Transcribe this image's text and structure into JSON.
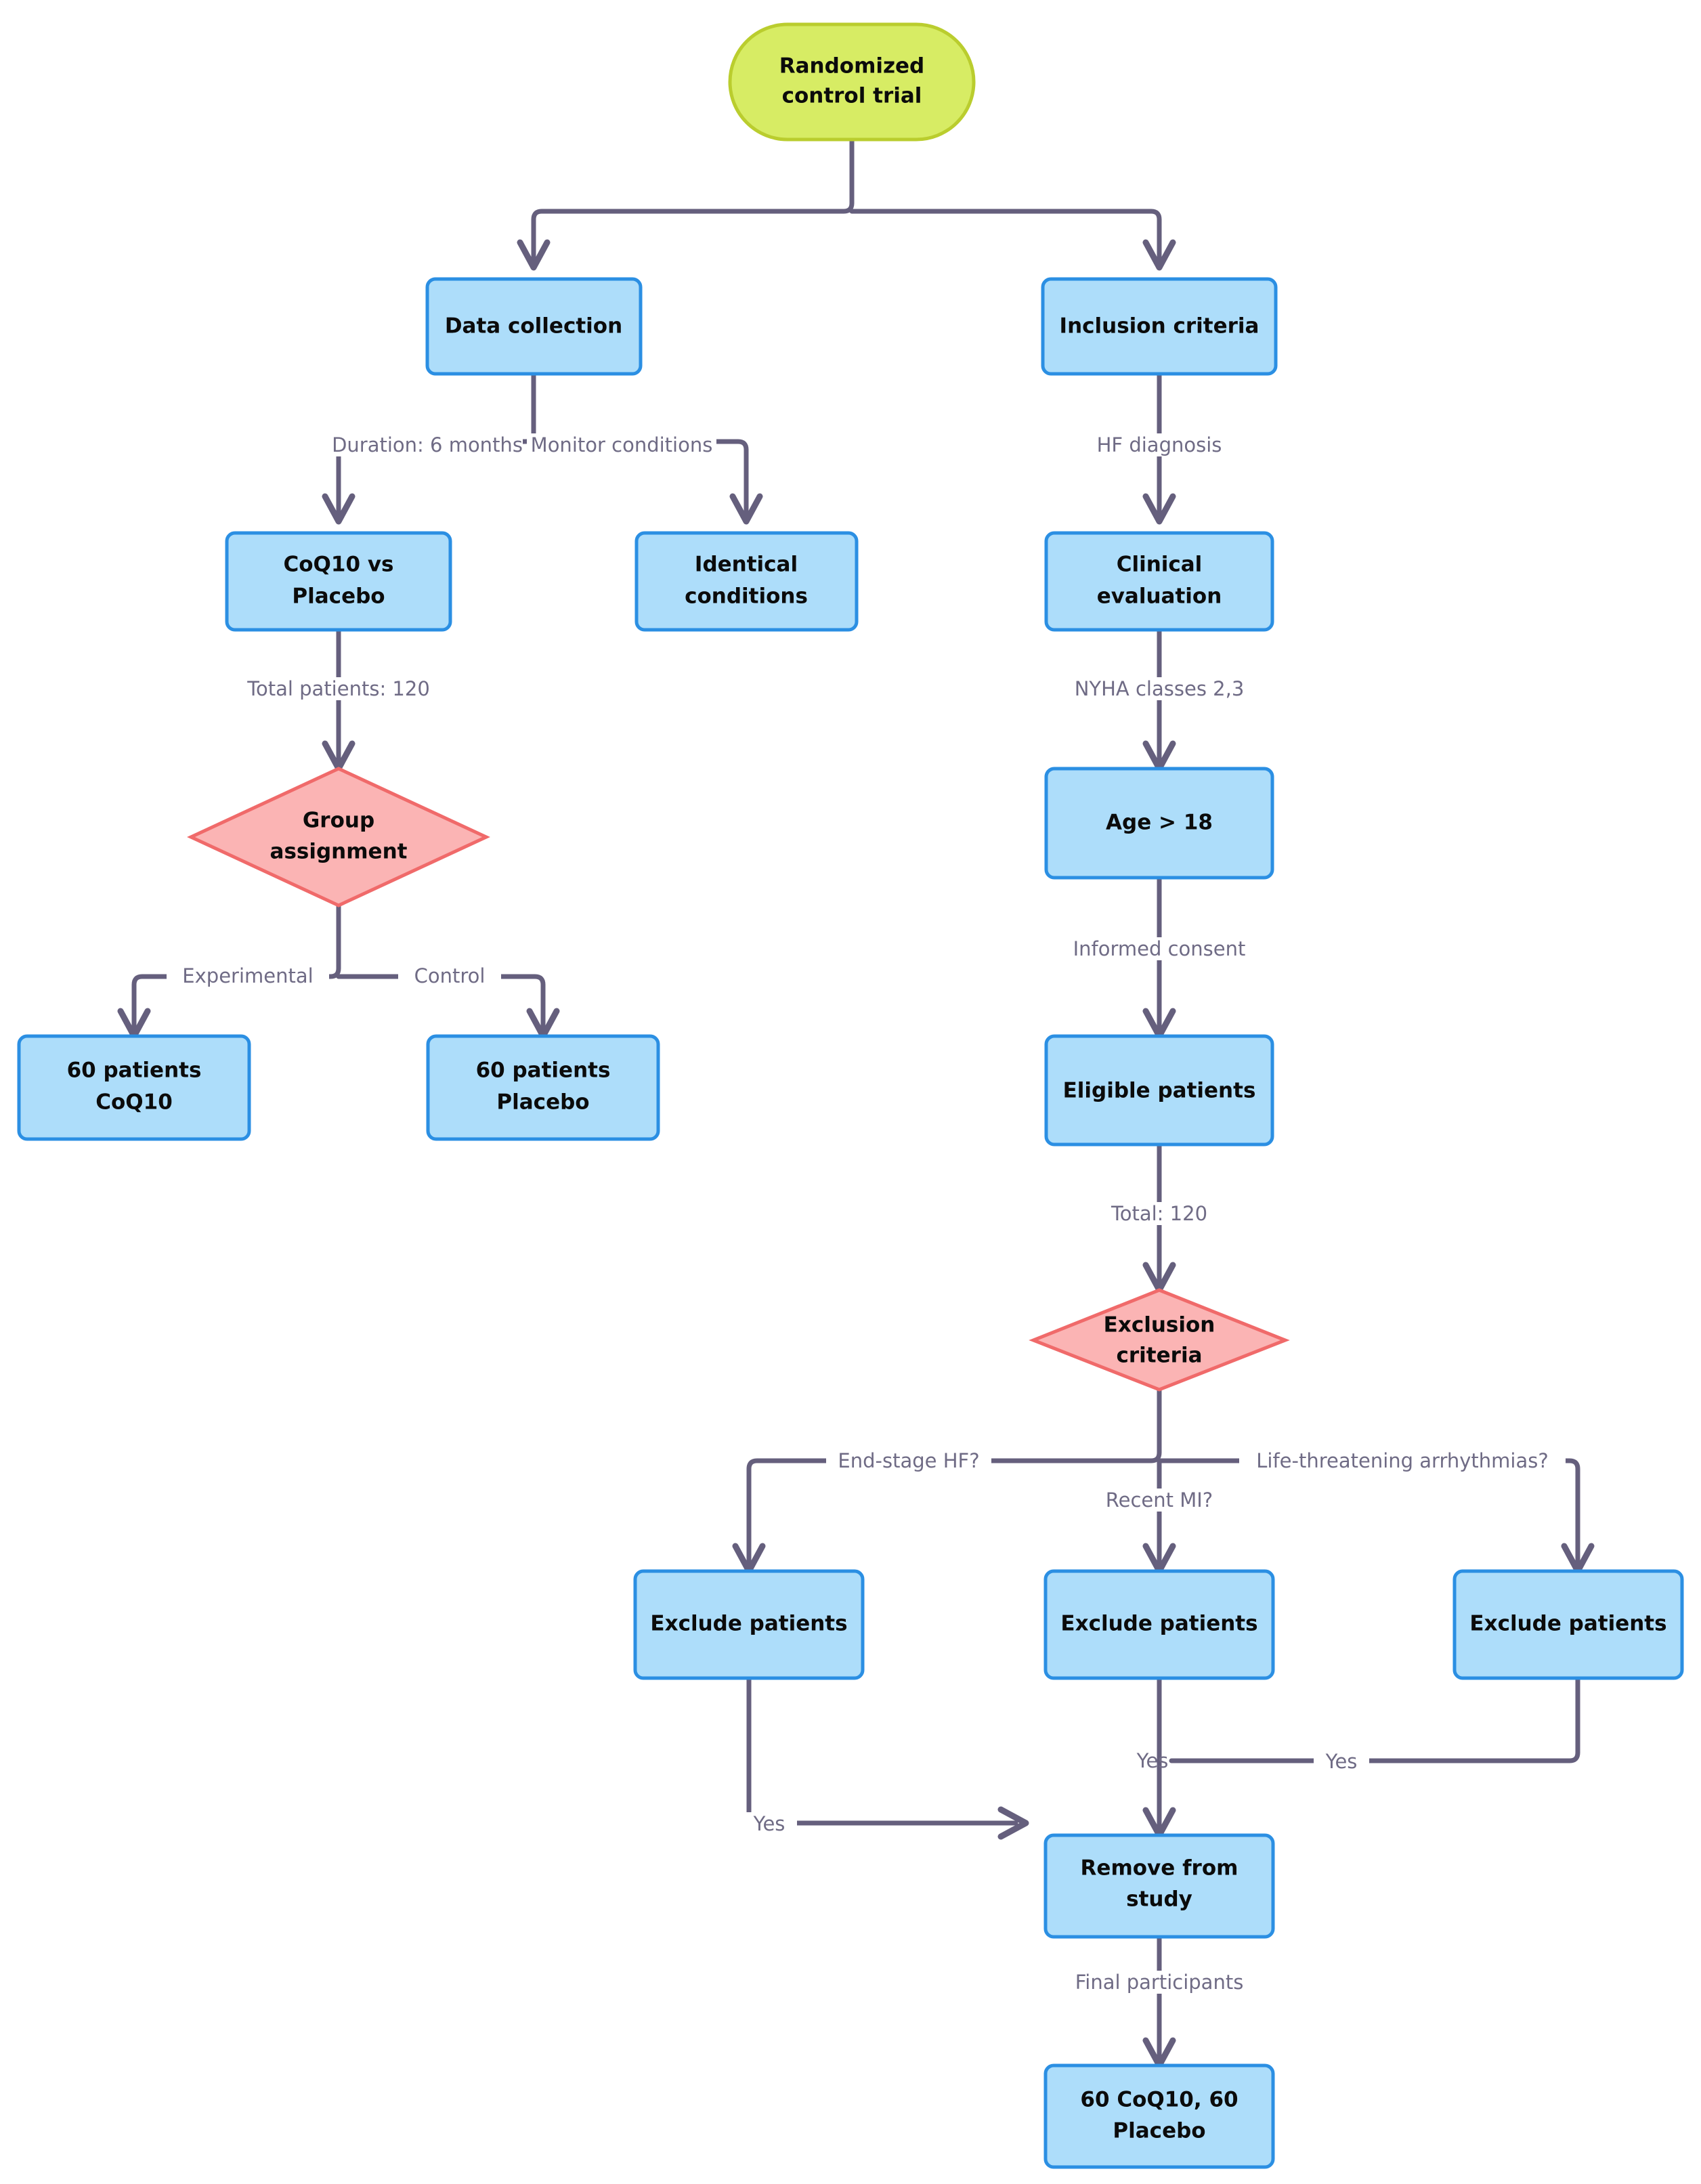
{
  "diagram": {
    "title": "Randomized control trial flowchart",
    "orientation": "top-down",
    "background": "#ffffff",
    "colors": {
      "start_fill": "#D7EC64",
      "start_stroke": "#BACD2E",
      "process_fill": "#ADDDFA",
      "process_stroke": "#2B8FE3",
      "decision_fill": "#FBB4B4",
      "decision_stroke": "#F06A6A",
      "edge": "#655F7D",
      "edge_label_text": "#6F6B85",
      "node_text": "#0B0B0B"
    }
  },
  "nodes": {
    "start": {
      "id": "start",
      "shape": "stadium",
      "lines": [
        "Randomized",
        "control trial"
      ]
    },
    "data_collection": {
      "id": "data_collection",
      "shape": "rect",
      "lines": [
        "Data collection"
      ]
    },
    "inclusion_criteria": {
      "id": "inclusion_criteria",
      "shape": "rect",
      "lines": [
        "Inclusion criteria"
      ]
    },
    "coq10_vs_placebo": {
      "id": "coq10_vs_placebo",
      "shape": "rect",
      "lines": [
        "CoQ10 vs",
        "Placebo"
      ]
    },
    "identical_conditions": {
      "id": "identical_conditions",
      "shape": "rect",
      "lines": [
        "Identical",
        "conditions"
      ]
    },
    "clinical_evaluation": {
      "id": "clinical_evaluation",
      "shape": "rect",
      "lines": [
        "Clinical",
        "evaluation"
      ]
    },
    "group_assignment": {
      "id": "group_assignment",
      "shape": "diamond",
      "lines": [
        "Group",
        "assignment"
      ]
    },
    "age_over_18": {
      "id": "age_over_18",
      "shape": "rect",
      "lines": [
        "Age > 18"
      ]
    },
    "patients_coq10": {
      "id": "patients_coq10",
      "shape": "rect",
      "lines": [
        "60 patients",
        "CoQ10"
      ]
    },
    "patients_placebo": {
      "id": "patients_placebo",
      "shape": "rect",
      "lines": [
        "60 patients",
        "Placebo"
      ]
    },
    "eligible_patients": {
      "id": "eligible_patients",
      "shape": "rect",
      "lines": [
        "Eligible patients"
      ]
    },
    "exclusion_criteria": {
      "id": "exclusion_criteria",
      "shape": "diamond",
      "lines": [
        "Exclusion",
        "criteria"
      ]
    },
    "exclude_left": {
      "id": "exclude_left",
      "shape": "rect",
      "lines": [
        "Exclude patients"
      ]
    },
    "exclude_center": {
      "id": "exclude_center",
      "shape": "rect",
      "lines": [
        "Exclude patients"
      ]
    },
    "exclude_right": {
      "id": "exclude_right",
      "shape": "rect",
      "lines": [
        "Exclude patients"
      ]
    },
    "remove_from_study": {
      "id": "remove_from_study",
      "shape": "rect",
      "lines": [
        "Remove from",
        "study"
      ]
    },
    "final_counts": {
      "id": "final_counts",
      "shape": "rect",
      "lines": [
        "60 CoQ10, 60",
        "Placebo"
      ]
    }
  },
  "edge_labels": {
    "duration": "Duration: 6 months",
    "monitor": "Monitor conditions",
    "hf_diagnosis": "HF diagnosis",
    "total_patients": "Total patients: 120",
    "nyha": "NYHA classes 2,3",
    "experimental": "Experimental",
    "control": "Control",
    "informed_consent": "Informed consent",
    "total_120": "Total: 120",
    "end_stage_hf": "End-stage HF?",
    "recent_mi": "Recent MI?",
    "life_threatening": "Life-threatening arrhythmias?",
    "yes_left": "Yes",
    "yes_center": "Yes",
    "yes_right": "Yes",
    "final_participants": "Final participants"
  },
  "chart_data": {
    "type": "flowchart",
    "title": "Randomized control trial",
    "node_count": 17,
    "edges": [
      {
        "from": "start",
        "to": "data_collection",
        "label": ""
      },
      {
        "from": "start",
        "to": "inclusion_criteria",
        "label": ""
      },
      {
        "from": "data_collection",
        "to": "coq10_vs_placebo",
        "label": "Duration: 6 months"
      },
      {
        "from": "data_collection",
        "to": "identical_conditions",
        "label": "Monitor conditions"
      },
      {
        "from": "inclusion_criteria",
        "to": "clinical_evaluation",
        "label": "HF diagnosis"
      },
      {
        "from": "coq10_vs_placebo",
        "to": "group_assignment",
        "label": "Total patients: 120"
      },
      {
        "from": "clinical_evaluation",
        "to": "age_over_18",
        "label": "NYHA classes 2,3"
      },
      {
        "from": "group_assignment",
        "to": "patients_coq10",
        "label": "Experimental"
      },
      {
        "from": "group_assignment",
        "to": "patients_placebo",
        "label": "Control"
      },
      {
        "from": "age_over_18",
        "to": "eligible_patients",
        "label": "Informed consent"
      },
      {
        "from": "eligible_patients",
        "to": "exclusion_criteria",
        "label": "Total: 120"
      },
      {
        "from": "exclusion_criteria",
        "to": "exclude_left",
        "label": "End-stage HF?"
      },
      {
        "from": "exclusion_criteria",
        "to": "exclude_center",
        "label": "Recent MI?"
      },
      {
        "from": "exclusion_criteria",
        "to": "exclude_right",
        "label": "Life-threatening arrhythmias?"
      },
      {
        "from": "exclude_left",
        "to": "remove_from_study",
        "label": "Yes"
      },
      {
        "from": "exclude_center",
        "to": "remove_from_study",
        "label": "Yes"
      },
      {
        "from": "exclude_right",
        "to": "remove_from_study",
        "label": "Yes"
      },
      {
        "from": "remove_from_study",
        "to": "final_counts",
        "label": "Final participants"
      }
    ]
  }
}
